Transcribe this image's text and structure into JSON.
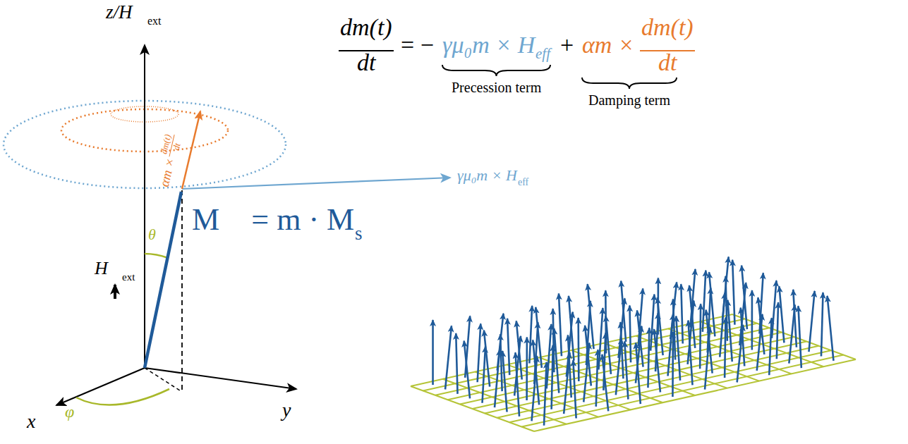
{
  "diagram": {
    "labels": [
      "z/H⃗",
      "ext",
      "dm(t)",
      "dt",
      "= −",
      "γμ₀m × H",
      "eff",
      "+",
      "αm ×",
      "dm(t)",
      "dt",
      "Precession term",
      "Damping term",
      "αm ×",
      "dm(t)",
      "dt",
      "γμ₀m × H",
      "eff",
      "H⃗",
      "ext",
      "θ",
      "M⃗ = m · M",
      "s",
      "φ",
      "x",
      "y"
    ]
  }
}
